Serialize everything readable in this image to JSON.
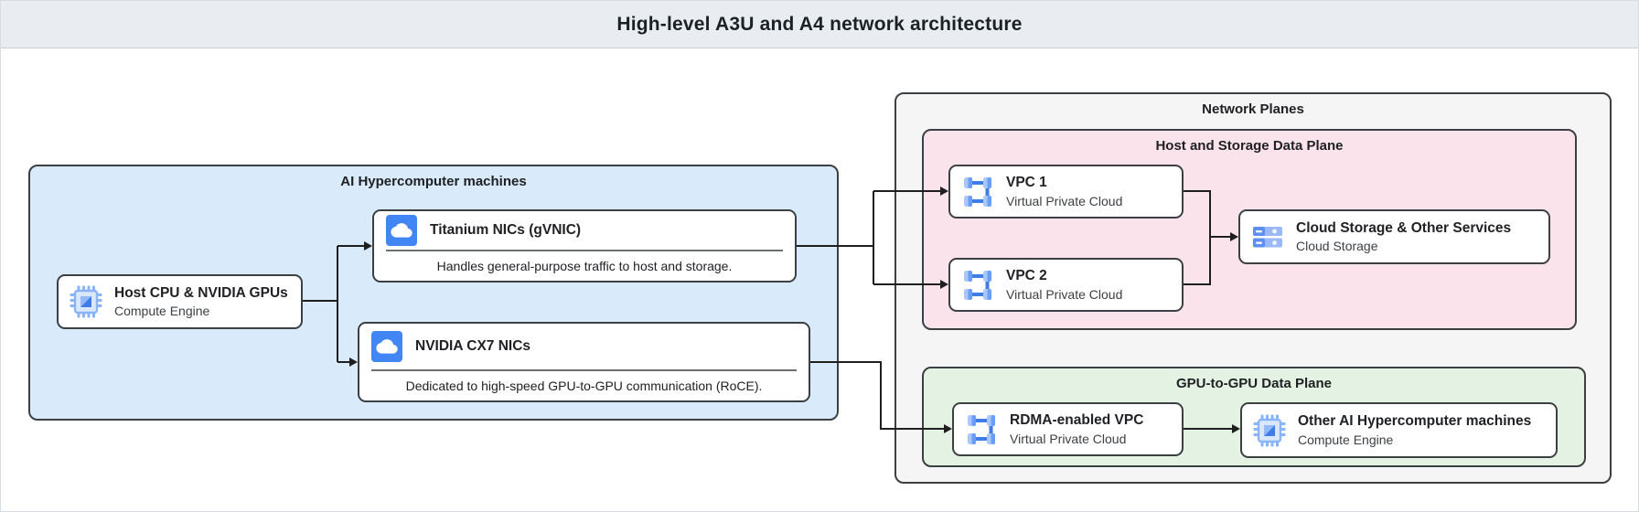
{
  "header": {
    "title": "High-level A3U and A4 network architecture"
  },
  "hypercomputer": {
    "title": "AI Hypercomputer machines",
    "host": {
      "title": "Host CPU & NVIDIA GPUs",
      "subtitle": "Compute Engine",
      "icon": "compute-engine-chip"
    },
    "titanium": {
      "title": "Titanium NICs (gVNIC)",
      "description": "Handles general-purpose traffic to host and storage.",
      "icon": "cloud"
    },
    "cx7": {
      "title": "NVIDIA CX7 NICs",
      "description": "Dedicated to high-speed GPU-to-GPU communication (RoCE).",
      "icon": "cloud"
    }
  },
  "network_planes": {
    "title": "Network Planes",
    "host_storage_plane": {
      "title": "Host and Storage Data Plane",
      "vpc1": {
        "title": "VPC 1",
        "subtitle": "Virtual Private Cloud",
        "icon": "vpc"
      },
      "vpc2": {
        "title": "VPC 2",
        "subtitle": "Virtual Private Cloud",
        "icon": "vpc"
      },
      "cloud_storage": {
        "title": "Cloud Storage & Other Services",
        "subtitle": "Cloud Storage",
        "icon": "cloud-storage"
      }
    },
    "gpu_plane": {
      "title": "GPU-to-GPU Data Plane",
      "rdma_vpc": {
        "title": "RDMA-enabled VPC",
        "subtitle": "Virtual Private Cloud",
        "icon": "vpc"
      },
      "other_machines": {
        "title": "Other AI Hypercomputer machines",
        "subtitle": "Compute Engine",
        "icon": "compute-engine-chip"
      }
    }
  },
  "colors": {
    "header_bg": "#e9edf1",
    "machines_group_bg": "#d9eafb",
    "network_planes_bg": "#f4f5f4",
    "host_storage_plane_bg": "#fbe3eb",
    "gpu_plane_bg": "#e4f2e3",
    "box_border": "#3c4043",
    "connector": "#1f1f1f",
    "icon_blue": "#4285f4",
    "icon_light_blue": "#8ab4f8"
  }
}
